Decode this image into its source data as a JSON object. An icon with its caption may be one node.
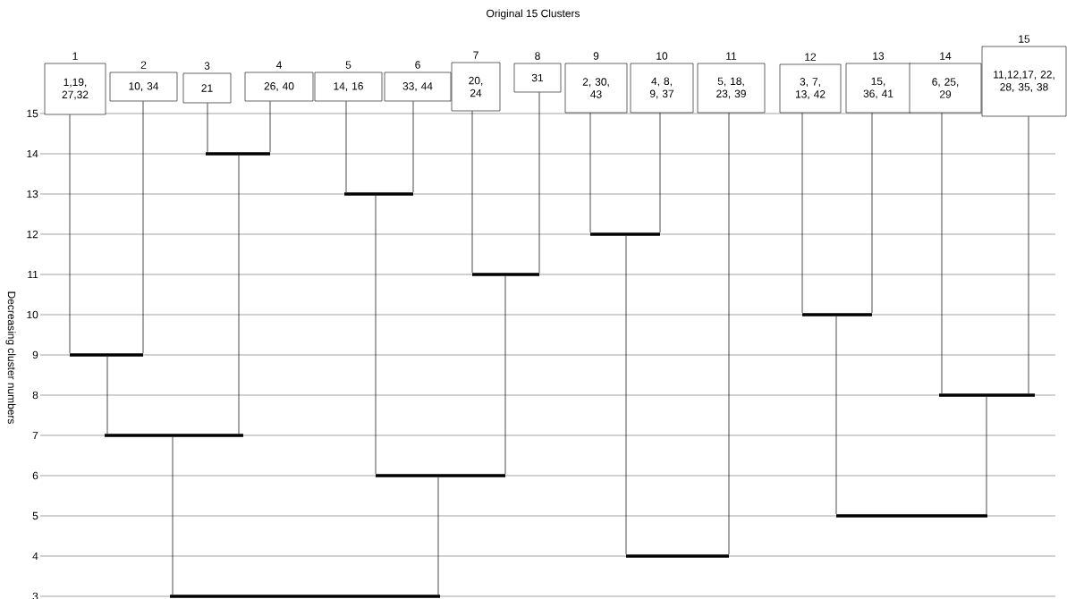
{
  "diagram": {
    "title": "Original 15 Clusters",
    "nodes": [
      {
        "text": [
          "1,19, 27,32"
        ],
        "beside": [
          "1"
        ]
      },
      {
        "text": [
          "10, 34"
        ],
        "beside": [
          "2"
        ]
      },
      {
        "text": [
          "21"
        ],
        "beside": [
          "3"
        ]
      },
      {
        "text": [
          "26, 40"
        ],
        "beside": [
          "4"
        ]
      },
      {
        "text": [
          "14, 16"
        ],
        "beside": [
          "5"
        ]
      },
      {
        "text": [
          "33, 44"
        ],
        "beside": [
          "6"
        ]
      },
      {
        "text": [
          "20, 24"
        ],
        "beside": [
          "7"
        ]
      },
      {
        "text": [
          "31"
        ],
        "beside": [
          "8"
        ]
      },
      {
        "text": [
          "2, 30, 43"
        ],
        "beside": [
          "9"
        ]
      },
      {
        "text": [
          "4, 8, 9, 37"
        ],
        "beside": [
          "10"
        ]
      },
      {
        "text": [
          "5, 18, 23, 39"
        ],
        "beside": [
          "11"
        ]
      },
      {
        "text": [
          "3, 7, 13, 42"
        ],
        "beside": [
          "12"
        ]
      },
      {
        "text": [
          "15, 36, 41"
        ],
        "beside": [
          "13"
        ]
      },
      {
        "text": [
          "6, 25, 29"
        ],
        "beside": [
          "14"
        ]
      },
      {
        "text": [
          "11,12,17, 22, 28, 35, 38"
        ],
        "beside": [
          "15"
        ]
      },
      {
        "text": [],
        "shape": "bar"
      },
      {
        "text": [],
        "shape": "bar"
      },
      {
        "text": [],
        "shape": "bar"
      },
      {
        "text": [],
        "shape": "bar"
      },
      {
        "text": [],
        "shape": "bar"
      },
      {
        "text": [],
        "shape": "bar"
      },
      {
        "text": [],
        "shape": "bar"
      },
      {
        "text": [],
        "shape": "bar"
      },
      {
        "text": [],
        "shape": "bar"
      },
      {
        "text": [],
        "shape": "bar"
      },
      {
        "text": [],
        "shape": "bar"
      },
      {
        "text": [],
        "shape": "bar"
      }
    ],
    "edges": [
      {
        "from": 0,
        "to": 20,
        "arrow": "none"
      },
      {
        "from": 1,
        "to": 20,
        "arrow": "none"
      },
      {
        "from": 2,
        "to": 15,
        "arrow": "none"
      },
      {
        "from": 3,
        "to": 15,
        "arrow": "none"
      },
      {
        "from": 4,
        "to": 16,
        "arrow": "none"
      },
      {
        "from": 5,
        "to": 16,
        "arrow": "none"
      },
      {
        "from": 6,
        "to": 18,
        "arrow": "none"
      },
      {
        "from": 7,
        "to": 18,
        "arrow": "none"
      },
      {
        "from": 8,
        "to": 17,
        "arrow": "none"
      },
      {
        "from": 9,
        "to": 17,
        "arrow": "none"
      },
      {
        "from": 10,
        "to": 25,
        "arrow": "none"
      },
      {
        "from": 11,
        "to": 19,
        "arrow": "none"
      },
      {
        "from": 12,
        "to": 19,
        "arrow": "none"
      },
      {
        "from": 13,
        "to": 21,
        "arrow": "none"
      },
      {
        "from": 14,
        "to": 21,
        "arrow": "none"
      },
      {
        "from": 20,
        "to": 22,
        "arrow": "none"
      },
      {
        "from": 15,
        "to": 22,
        "arrow": "none"
      },
      {
        "from": 16,
        "to": 23,
        "arrow": "none"
      },
      {
        "from": 18,
        "to": 23,
        "arrow": "none"
      },
      {
        "from": 19,
        "to": 24,
        "arrow": "none"
      },
      {
        "from": 21,
        "to": 24,
        "arrow": "none"
      },
      {
        "from": 17,
        "to": 25,
        "arrow": "none"
      },
      {
        "from": 22,
        "to": 26,
        "arrow": "none"
      },
      {
        "from": 23,
        "to": 26,
        "arrow": "none"
      }
    ],
    "labels": [
      "15",
      "14",
      "13",
      "12",
      "11",
      "10",
      "9",
      "8",
      "7",
      "6",
      "5",
      "4",
      "3",
      "Decreasing cluster numbers"
    ]
  }
}
